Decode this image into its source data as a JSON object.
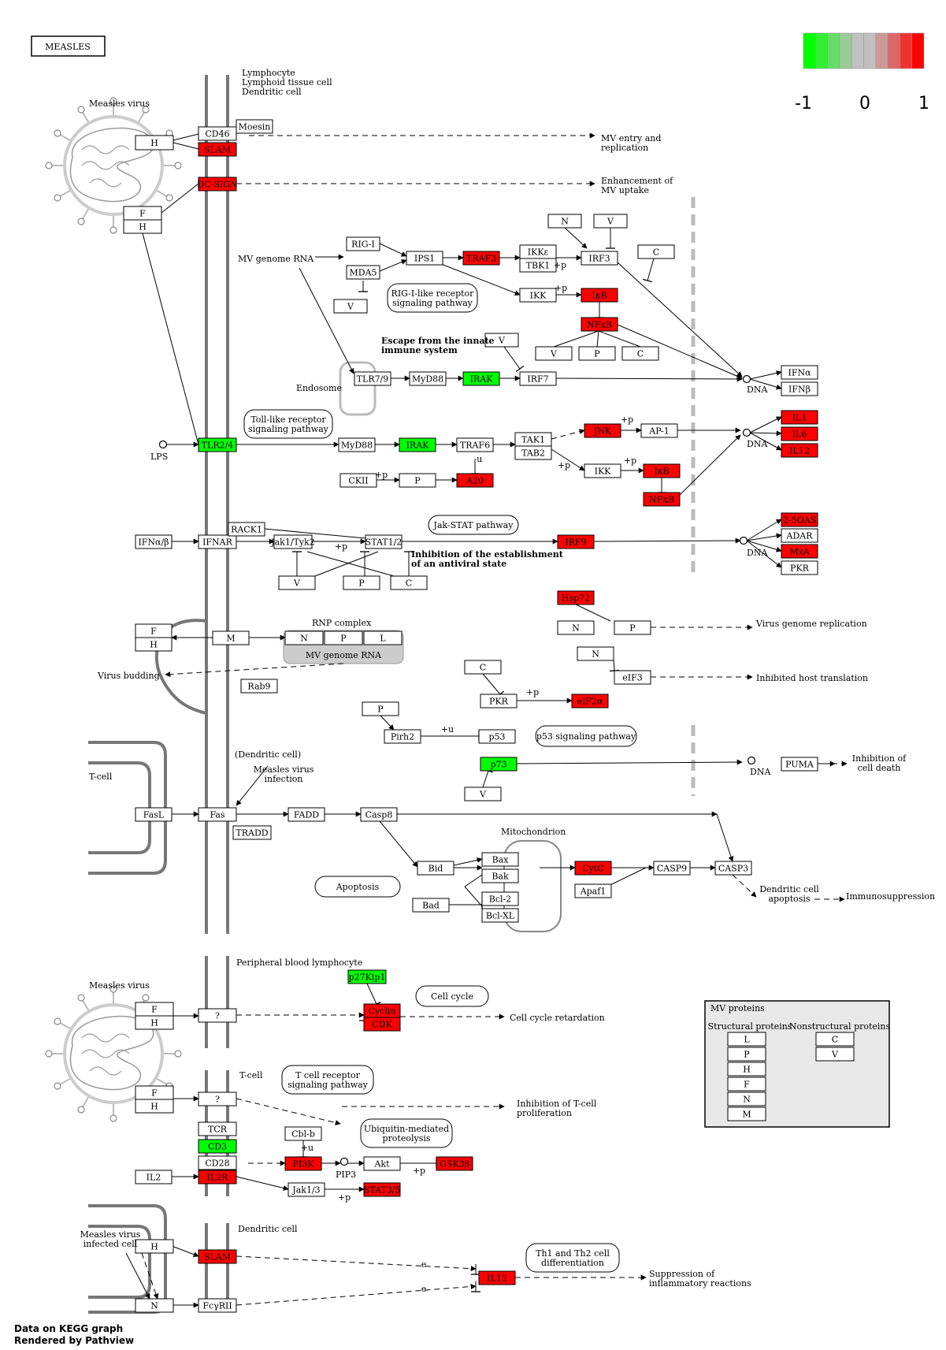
{
  "title": "MEASLES",
  "legend": {
    "min": "-1",
    "mid": "0",
    "max": "1",
    "colors": [
      "#00ff00",
      "#33ee33",
      "#66dd66",
      "#99cc99",
      "#c0c0c0",
      "#c0c0c0",
      "#cc9999",
      "#dd6666",
      "#ee3333",
      "#ff0000"
    ]
  },
  "colors": {
    "up": "#ff0000",
    "down": "#00ff00",
    "none": "#ffffff",
    "mem": "#777777",
    "legend_box": "#e8e8e8"
  },
  "footer": {
    "line1": "Data on KEGG graph",
    "line2": "Rendered by Pathview"
  },
  "genes": [
    {
      "id": "g_cd46",
      "label": "CD46",
      "s": "none"
    },
    {
      "id": "g_slam1",
      "label": "SLAM",
      "s": "up"
    },
    {
      "id": "g_moesin",
      "label": "Moesin",
      "s": "none"
    },
    {
      "id": "g_dcsign",
      "label": "DC-SIGN",
      "s": "up"
    },
    {
      "id": "g_h1",
      "label": "H",
      "s": "none"
    },
    {
      "id": "g_f1",
      "label": "F",
      "s": "none"
    },
    {
      "id": "g_h2",
      "label": "H",
      "s": "none"
    },
    {
      "id": "g_rigi",
      "label": "RIG-I",
      "s": "none"
    },
    {
      "id": "g_mda5",
      "label": "MDA5",
      "s": "none"
    },
    {
      "id": "g_v1",
      "label": "V",
      "s": "none"
    },
    {
      "id": "g_ips1",
      "label": "IPS1",
      "s": "none"
    },
    {
      "id": "g_traf3",
      "label": "TRAF3",
      "s": "up"
    },
    {
      "id": "g_ikke",
      "label": "IKKε",
      "s": "none"
    },
    {
      "id": "g_tbk1",
      "label": "TBK1",
      "s": "none"
    },
    {
      "id": "g_irf3",
      "label": "IRF3",
      "s": "none"
    },
    {
      "id": "g_n1",
      "label": "N",
      "s": "none"
    },
    {
      "id": "g_v2",
      "label": "V",
      "s": "none"
    },
    {
      "id": "g_c1",
      "label": "C",
      "s": "none"
    },
    {
      "id": "g_ikk1",
      "label": "IKK",
      "s": "none"
    },
    {
      "id": "g_ikb1",
      "label": "IκB",
      "s": "up"
    },
    {
      "id": "g_nfkb1",
      "label": "NFκB",
      "s": "up"
    },
    {
      "id": "g_v3",
      "label": "V",
      "s": "none"
    },
    {
      "id": "g_p1",
      "label": "P",
      "s": "none"
    },
    {
      "id": "g_c2",
      "label": "C",
      "s": "none"
    },
    {
      "id": "g_v4",
      "label": "V",
      "s": "none"
    },
    {
      "id": "g_tlr79",
      "label": "TLR7/9",
      "s": "none"
    },
    {
      "id": "g_myd88a",
      "label": "MyD88",
      "s": "none"
    },
    {
      "id": "g_irak1",
      "label": "IRAK",
      "s": "down"
    },
    {
      "id": "g_irf7",
      "label": "IRF7",
      "s": "none"
    },
    {
      "id": "g_ifna",
      "label": "IFNα",
      "s": "none"
    },
    {
      "id": "g_ifnb",
      "label": "IFNβ",
      "s": "none"
    },
    {
      "id": "g_tlr24",
      "label": "TLR2/4",
      "s": "down"
    },
    {
      "id": "g_myd88b",
      "label": "MyD88",
      "s": "none"
    },
    {
      "id": "g_irak2",
      "label": "IRAK",
      "s": "down"
    },
    {
      "id": "g_traf6",
      "label": "TRAF6",
      "s": "none"
    },
    {
      "id": "g_tak1",
      "label": "TAK1",
      "s": "none"
    },
    {
      "id": "g_tab2",
      "label": "TAB2",
      "s": "none"
    },
    {
      "id": "g_jnk",
      "label": "JNK",
      "s": "up"
    },
    {
      "id": "g_ap1",
      "label": "AP-1",
      "s": "none"
    },
    {
      "id": "g_ikk2",
      "label": "IKK",
      "s": "none"
    },
    {
      "id": "g_ikb2",
      "label": "IκB",
      "s": "up"
    },
    {
      "id": "g_nfkb2",
      "label": "NFκB",
      "s": "up"
    },
    {
      "id": "g_ckii",
      "label": "CKII",
      "s": "none"
    },
    {
      "id": "g_p2",
      "label": "P",
      "s": "none"
    },
    {
      "id": "g_a20",
      "label": "A20",
      "s": "up"
    },
    {
      "id": "g_il1",
      "label": "IL1",
      "s": "up"
    },
    {
      "id": "g_il6",
      "label": "IL6",
      "s": "up"
    },
    {
      "id": "g_il12a",
      "label": "IL12",
      "s": "up"
    },
    {
      "id": "g_ifnab",
      "label": "IFNα/β",
      "s": "none"
    },
    {
      "id": "g_ifnar",
      "label": "IFNAR",
      "s": "none"
    },
    {
      "id": "g_rack1",
      "label": "RACK1",
      "s": "none"
    },
    {
      "id": "g_jak1",
      "label": "Jak1/Tyk2",
      "s": "none"
    },
    {
      "id": "g_stat12",
      "label": "STAT1/2",
      "s": "none"
    },
    {
      "id": "g_irf9",
      "label": "IRF9",
      "s": "up"
    },
    {
      "id": "g_v5",
      "label": "V",
      "s": "none"
    },
    {
      "id": "g_p3",
      "label": "P",
      "s": "none"
    },
    {
      "id": "g_c3",
      "label": "C",
      "s": "none"
    },
    {
      "id": "g_25oas",
      "label": "2-5OAS",
      "s": "up"
    },
    {
      "id": "g_adar",
      "label": "ADAR",
      "s": "none"
    },
    {
      "id": "g_mxa",
      "label": "MxA",
      "s": "up"
    },
    {
      "id": "g_pkr1",
      "label": "PKR",
      "s": "none"
    },
    {
      "id": "g_hsp72",
      "label": "Hsp72",
      "s": "up"
    },
    {
      "id": "g_n2",
      "label": "N",
      "s": "none"
    },
    {
      "id": "g_p4",
      "label": "P",
      "s": "none"
    },
    {
      "id": "g_n3",
      "label": "N",
      "s": "none"
    },
    {
      "id": "g_eif3",
      "label": "eIF3",
      "s": "none"
    },
    {
      "id": "g_f2",
      "label": "F",
      "s": "none"
    },
    {
      "id": "g_h3",
      "label": "H",
      "s": "none"
    },
    {
      "id": "g_m",
      "label": "M",
      "s": "none"
    },
    {
      "id": "g_n4",
      "label": "N",
      "s": "none"
    },
    {
      "id": "g_p5",
      "label": "P",
      "s": "none"
    },
    {
      "id": "g_l1",
      "label": "L",
      "s": "none"
    },
    {
      "id": "g_rab9",
      "label": "Rab9",
      "s": "none"
    },
    {
      "id": "g_c4",
      "label": "C",
      "s": "none"
    },
    {
      "id": "g_pkr2",
      "label": "PKR",
      "s": "none"
    },
    {
      "id": "g_eif2a",
      "label": "eIF2α",
      "s": "up"
    },
    {
      "id": "g_p6",
      "label": "P",
      "s": "none"
    },
    {
      "id": "g_pirh2",
      "label": "Pirh2",
      "s": "none"
    },
    {
      "id": "g_p53",
      "label": "p53",
      "s": "none"
    },
    {
      "id": "g_p73",
      "label": "p73",
      "s": "down"
    },
    {
      "id": "g_v6",
      "label": "V",
      "s": "none"
    },
    {
      "id": "g_puma",
      "label": "PUMA",
      "s": "none"
    },
    {
      "id": "g_fasl",
      "label": "FasL",
      "s": "none"
    },
    {
      "id": "g_fas",
      "label": "Fas",
      "s": "none"
    },
    {
      "id": "g_tradd",
      "label": "TRADD",
      "s": "none"
    },
    {
      "id": "g_fadd",
      "label": "FADD",
      "s": "none"
    },
    {
      "id": "g_casp8",
      "label": "Casp8",
      "s": "none"
    },
    {
      "id": "g_bid",
      "label": "Bid",
      "s": "none"
    },
    {
      "id": "g_bax",
      "label": "Bax",
      "s": "none"
    },
    {
      "id": "g_bak",
      "label": "Bak",
      "s": "none"
    },
    {
      "id": "g_bcl2",
      "label": "Bcl-2",
      "s": "none"
    },
    {
      "id": "g_bclxl",
      "label": "Bcl-XL",
      "s": "none"
    },
    {
      "id": "g_bad",
      "label": "Bad",
      "s": "none"
    },
    {
      "id": "g_cytc",
      "label": "CytC",
      "s": "up"
    },
    {
      "id": "g_apaf1",
      "label": "Apaf1",
      "s": "none"
    },
    {
      "id": "g_casp9",
      "label": "CASP9",
      "s": "none"
    },
    {
      "id": "g_casp3",
      "label": "CASP3",
      "s": "none"
    },
    {
      "id": "g_p27",
      "label": "p27Kip1",
      "s": "down"
    },
    {
      "id": "g_cyclin",
      "label": "Cyclin",
      "s": "up"
    },
    {
      "id": "g_cdk",
      "label": "CDK",
      "s": "up"
    },
    {
      "id": "g_f3",
      "label": "F",
      "s": "none"
    },
    {
      "id": "g_h4",
      "label": "H",
      "s": "none"
    },
    {
      "id": "g_q1",
      "label": "?",
      "s": "none"
    },
    {
      "id": "g_f4",
      "label": "F",
      "s": "none"
    },
    {
      "id": "g_h5",
      "label": "H",
      "s": "none"
    },
    {
      "id": "g_q2",
      "label": "?",
      "s": "none"
    },
    {
      "id": "g_tcr",
      "label": "TCR",
      "s": "none"
    },
    {
      "id": "g_cd3",
      "label": "CD3",
      "s": "down"
    },
    {
      "id": "g_cd28",
      "label": "CD28",
      "s": "none"
    },
    {
      "id": "g_il2",
      "label": "IL2",
      "s": "none"
    },
    {
      "id": "g_il2r",
      "label": "IL2R",
      "s": "up"
    },
    {
      "id": "g_cblb",
      "label": "Cbl-b",
      "s": "none"
    },
    {
      "id": "g_pi3k",
      "label": "PI3K",
      "s": "up"
    },
    {
      "id": "g_akt",
      "label": "Akt",
      "s": "none"
    },
    {
      "id": "g_gsk3b",
      "label": "GSK3β",
      "s": "up"
    },
    {
      "id": "g_jak13",
      "label": "Jak1/3",
      "s": "none"
    },
    {
      "id": "g_stat3",
      "label": "STAT3/5",
      "s": "up"
    },
    {
      "id": "g_h6",
      "label": "H",
      "s": "none"
    },
    {
      "id": "g_slam2",
      "label": "SLAM",
      "s": "up"
    },
    {
      "id": "g_n5",
      "label": "N",
      "s": "none"
    },
    {
      "id": "g_fcyrii",
      "label": "FcγRII",
      "s": "none"
    },
    {
      "id": "g_il12b",
      "label": "IL12",
      "s": "up"
    },
    {
      "id": "g_lg_l",
      "label": "L",
      "s": "none"
    },
    {
      "id": "g_lg_p",
      "label": "P",
      "s": "none"
    },
    {
      "id": "g_lg_h",
      "label": "H",
      "s": "none"
    },
    {
      "id": "g_lg_f",
      "label": "F",
      "s": "none"
    },
    {
      "id": "g_lg_n",
      "label": "N",
      "s": "none"
    },
    {
      "id": "g_lg_m",
      "label": "M",
      "s": "none"
    },
    {
      "id": "g_lg_c",
      "label": "C",
      "s": "none"
    },
    {
      "id": "g_lg_v",
      "label": "V",
      "s": "none"
    }
  ],
  "pathways": [
    {
      "id": "pw_rig",
      "lines": [
        "RIG-I-like receptor",
        "signaling pathway"
      ]
    },
    {
      "id": "pw_tlr",
      "lines": [
        "Toll-like receptor",
        "signaling pathway"
      ]
    },
    {
      "id": "pw_jak",
      "lines": [
        "Jak-STAT pathway"
      ]
    },
    {
      "id": "pw_p53",
      "lines": [
        "p53 signaling pathway"
      ]
    },
    {
      "id": "pw_apo",
      "lines": [
        "Apoptosis"
      ]
    },
    {
      "id": "pw_cc",
      "lines": [
        "Cell cycle"
      ]
    },
    {
      "id": "pw_tcr",
      "lines": [
        "T cell receptor",
        "signaling pathway"
      ]
    },
    {
      "id": "pw_ubq",
      "lines": [
        "Ubiquitin-mediated",
        "proteolysis"
      ]
    },
    {
      "id": "pw_th",
      "lines": [
        "Th1 and Th2 cell",
        "differentiation"
      ]
    }
  ],
  "labels": [
    {
      "id": "t_mv1",
      "lines": [
        "Measles virus"
      ]
    },
    {
      "id": "t_cells",
      "lines": [
        "Lymphocyte",
        "Lymphoid tissue cell",
        "Dendritic cell"
      ]
    },
    {
      "id": "t_entry",
      "lines": [
        "MV entry and",
        "replication"
      ]
    },
    {
      "id": "t_enh",
      "lines": [
        "Enhancement of",
        "MV uptake"
      ]
    },
    {
      "id": "t_rna1",
      "lines": [
        "MV genome RNA"
      ]
    },
    {
      "id": "t_escape",
      "lines": [
        "Escape from the innate",
        "immune system"
      ]
    },
    {
      "id": "t_endo",
      "lines": [
        "Endosome"
      ]
    },
    {
      "id": "t_dna1",
      "lines": [
        "DNA"
      ]
    },
    {
      "id": "t_lps",
      "lines": [
        "LPS"
      ]
    },
    {
      "id": "t_dna2",
      "lines": [
        "DNA"
      ]
    },
    {
      "id": "t_inhib",
      "lines": [
        "Inhibition of the establishment",
        "of an antiviral state"
      ]
    },
    {
      "id": "t_dna3",
      "lines": [
        "DNA"
      ]
    },
    {
      "id": "t_rnp",
      "lines": [
        "RNP complex"
      ]
    },
    {
      "id": "t_rna2",
      "lines": [
        "MV genome RNA"
      ]
    },
    {
      "id": "t_bud",
      "lines": [
        "Virus budding"
      ]
    },
    {
      "id": "t_vgr",
      "lines": [
        "Virus genome replication"
      ]
    },
    {
      "id": "t_iht",
      "lines": [
        "Inhibited host translation"
      ]
    },
    {
      "id": "t_dc",
      "lines": [
        "(Dendritic cell)"
      ]
    },
    {
      "id": "t_mvinf",
      "lines": [
        "Measles virus",
        "infection"
      ]
    },
    {
      "id": "t_tcell1",
      "lines": [
        "T-cell"
      ]
    },
    {
      "id": "t_dna4",
      "lines": [
        "DNA"
      ]
    },
    {
      "id": "t_icd",
      "lines": [
        "Inhibition of",
        "cell death"
      ]
    },
    {
      "id": "t_mito",
      "lines": [
        "Mitochondrion"
      ]
    },
    {
      "id": "t_dcapo",
      "lines": [
        "Dendritic cell",
        "apoptosis"
      ]
    },
    {
      "id": "t_immuno",
      "lines": [
        "Immunosuppression"
      ]
    },
    {
      "id": "t_pbl",
      "lines": [
        "Peripheral blood lymphocyte"
      ]
    },
    {
      "id": "t_mv2",
      "lines": [
        "Measles virus"
      ]
    },
    {
      "id": "t_ccr",
      "lines": [
        "Cell cycle retardation"
      ]
    },
    {
      "id": "t_tcell2",
      "lines": [
        "T-cell"
      ]
    },
    {
      "id": "t_itp",
      "lines": [
        "Inhibition of T-cell",
        "proliferation"
      ]
    },
    {
      "id": "t_pip3",
      "lines": [
        "PIP3"
      ]
    },
    {
      "id": "t_dc2",
      "lines": [
        "Dendritic cell"
      ]
    },
    {
      "id": "t_mvic",
      "lines": [
        "Measles virus",
        "infected cell"
      ]
    },
    {
      "id": "t_supp",
      "lines": [
        "Suppression of",
        "inflammatory reactions"
      ]
    },
    {
      "id": "t_mvp",
      "lines": [
        "MV proteins"
      ]
    },
    {
      "id": "t_struct",
      "lines": [
        "Structural proteins"
      ]
    },
    {
      "id": "t_nonstruct",
      "lines": [
        "Nonstructural proteins"
      ]
    }
  ],
  "marks": [
    {
      "id": "m1",
      "label": "+p"
    },
    {
      "id": "m2",
      "label": "+p"
    },
    {
      "id": "m3",
      "label": "+p"
    },
    {
      "id": "m4",
      "label": "+p"
    },
    {
      "id": "m5",
      "label": "+p"
    },
    {
      "id": "m6",
      "label": "-u"
    },
    {
      "id": "m7",
      "label": "+p"
    },
    {
      "id": "m8",
      "label": "+p"
    },
    {
      "id": "m9",
      "label": "+p"
    },
    {
      "id": "m10",
      "label": "+u"
    },
    {
      "id": "m11",
      "label": "+u"
    },
    {
      "id": "m12",
      "label": "+p"
    },
    {
      "id": "m13",
      "label": "+p"
    },
    {
      "id": "m14",
      "label": "e"
    },
    {
      "id": "m15",
      "label": "e"
    }
  ]
}
